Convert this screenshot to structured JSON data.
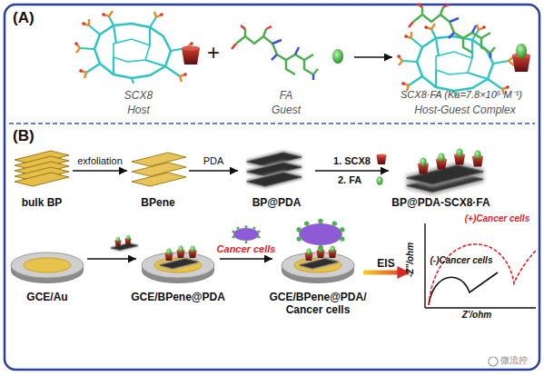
{
  "diagram": {
    "nodes": [
      {
        "text": [
          "SCX8",
          "Host"
        ]
      },
      {
        "text": [
          "FA",
          "Guest"
        ]
      },
      {
        "text": [
          "SCX8·FA (Ka=7.8×10⁵ M⁻¹)",
          "Host-Guest Complex"
        ]
      },
      {
        "text": [
          "bulk BP"
        ]
      },
      {
        "text": [
          "BPene"
        ]
      },
      {
        "text": [
          "BP@PDA"
        ]
      },
      {
        "text": [
          "BP@PDA-SCX8·FA"
        ]
      },
      {
        "text": [
          "GCE/Au"
        ]
      },
      {
        "text": [
          "GCE/BPene@PDA"
        ]
      },
      {
        "text": [
          "GCE/BPene@PDA/ Cancer cells"
        ]
      },
      {
        "text": [
          "(+)Cancer cells",
          "(-)Cancer cells",
          "-Z''/ohm",
          "Z'/ohm"
        ]
      }
    ],
    "edges": [
      {
        "from": 1,
        "to": 2,
        "arrow": "to"
      },
      {
        "from": 3,
        "to": 4,
        "label": "exfoliation",
        "arrow": "to"
      },
      {
        "from": 4,
        "to": 5,
        "label": "PDA",
        "arrow": "to"
      },
      {
        "from": 5,
        "to": 6,
        "label": "1. SCX8",
        "arrow": "to"
      },
      {
        "from": 7,
        "to": 8,
        "arrow": "to"
      },
      {
        "from": 8,
        "to": 9,
        "label": "Cancer cells",
        "arrow": "to"
      },
      {
        "from": 9,
        "to": 10,
        "label": "EIS",
        "arrow": "to"
      }
    ],
    "labels": [
      "(A)",
      "+",
      "(B)",
      "2. FA",
      "微流控"
    ]
  }
}
